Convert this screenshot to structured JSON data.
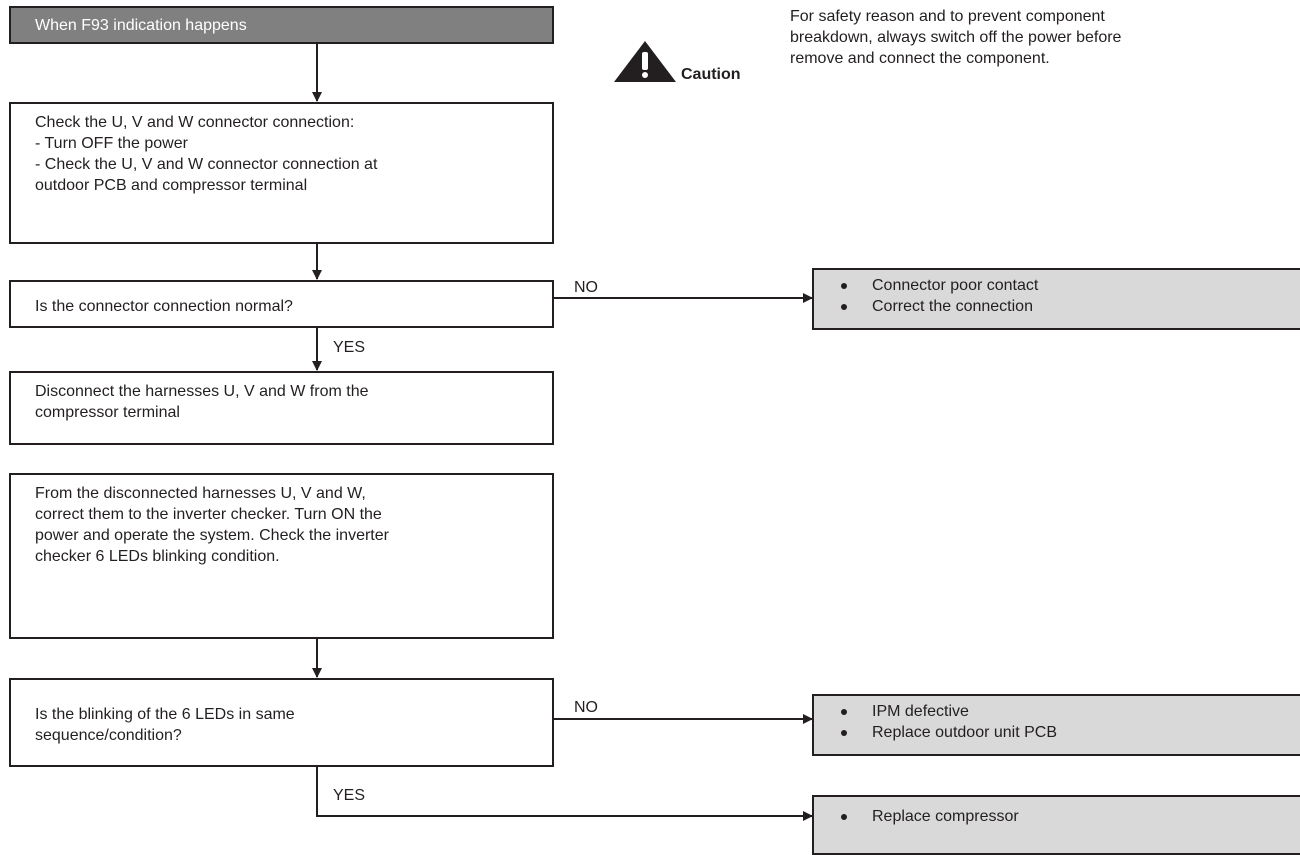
{
  "caution": {
    "label": "Caution",
    "text": "For safety reason and to prevent component\nbreakdown, always switch off the power before\nremove and connect the component."
  },
  "flow": {
    "start": "When F93 indication happens",
    "check_connector": "Check the U, V and W connector connection:\n- Turn OFF the power\n- Check the U, V and W connector connection at\noutdoor PCB and compressor terminal",
    "q_connector": "Is the connector connection normal?",
    "disconnect": "Disconnect the harnesses U, V and W from the\ncompressor terminal",
    "inverter_check": "From the disconnected harnesses U, V and W,\ncorrect them to the inverter checker. Turn ON the\npower and operate the system. Check the inverter\nchecker 6 LEDs blinking condition.",
    "q_leds": "Is the blinking of the 6 LEDs in same\nsequence/condition?"
  },
  "labels": {
    "no": "NO",
    "yes": "YES"
  },
  "results": {
    "connector": [
      "Connector poor contact",
      "Correct the connection"
    ],
    "ipm": [
      "IPM defective",
      "Replace outdoor unit PCB"
    ],
    "compressor": [
      "Replace compressor"
    ]
  },
  "colors": {
    "start_fill": "#808080",
    "result_fill": "#d9d9d9",
    "line": "#231f20"
  }
}
